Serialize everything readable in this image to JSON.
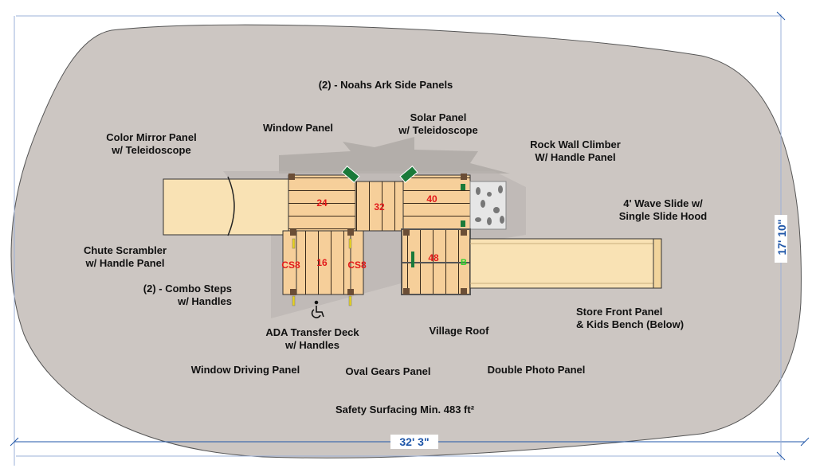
{
  "plan": {
    "labels": {
      "noahs_ark": "(2) - Noahs Ark Side Panels",
      "window_panel": "Window Panel",
      "solar_panel_1": "Solar Panel",
      "solar_panel_2": "w/ Teleidoscope",
      "color_mirror_1": "Color Mirror Panel",
      "color_mirror_2": "w/ Teleidoscope",
      "rock_wall_1": "Rock Wall Climber",
      "rock_wall_2": "W/ Handle Panel",
      "wave_slide_1": "4' Wave Slide w/",
      "wave_slide_2": "Single Slide Hood",
      "chute_1": "Chute Scrambler",
      "chute_2": "w/ Handle Panel",
      "combo_1": "(2) - Combo Steps",
      "combo_2": "w/ Handles",
      "ada_1": "ADA Transfer Deck",
      "ada_2": "w/ Handles",
      "village_roof": "Village Roof",
      "store_front_1": "Store Front Panel",
      "store_front_2": "& Kids Bench (Below)",
      "window_driving": "Window Driving Panel",
      "oval_gears": "Oval Gears Panel",
      "double_photo": "Double Photo Panel",
      "safety": "Safety Surfacing Min. 483 ft²"
    },
    "decks": {
      "d24": "24",
      "d32": "32",
      "d40": "40",
      "d16": "16",
      "d48": "48",
      "cs_left": "CS8",
      "cs_right": "CS8",
      "marker_b": "B"
    },
    "dimensions": {
      "width": "32' 3\"",
      "height": "17' 10\""
    },
    "colors": {
      "surface": "#ccc6c2",
      "deck": "#f6cf9a",
      "slide": "#f9e2b4",
      "dimension": "#1f56a8",
      "deck_number": "#e21b1b",
      "panel_green": "#1a7a3a"
    }
  }
}
